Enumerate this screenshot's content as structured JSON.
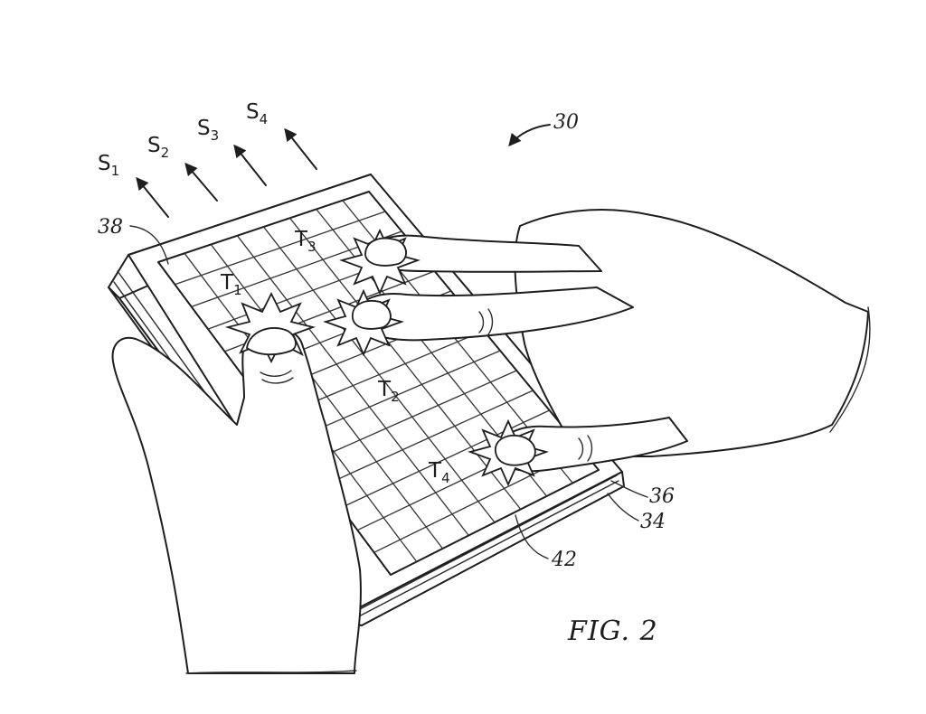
{
  "figure": {
    "caption": "FIG. 2",
    "ref_device": "30",
    "ref_surface": "38",
    "ref_layer_top": "36",
    "ref_layer_bottom": "34",
    "ref_grid": "42"
  },
  "signals": [
    {
      "letter": "S",
      "sub": "1"
    },
    {
      "letter": "S",
      "sub": "2"
    },
    {
      "letter": "S",
      "sub": "3"
    },
    {
      "letter": "S",
      "sub": "4"
    }
  ],
  "touches": [
    {
      "letter": "T",
      "sub": "1"
    },
    {
      "letter": "T",
      "sub": "2"
    },
    {
      "letter": "T",
      "sub": "3"
    },
    {
      "letter": "T",
      "sub": "4"
    }
  ]
}
